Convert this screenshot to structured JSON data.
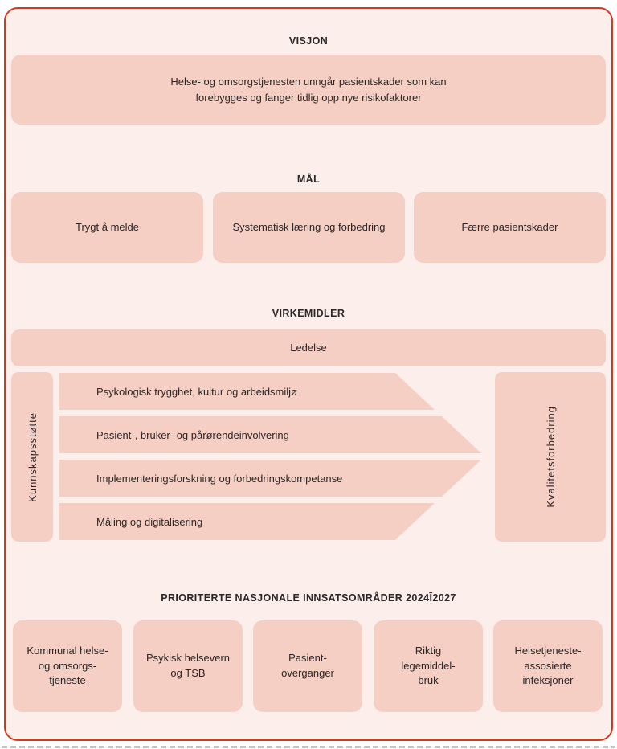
{
  "colors": {
    "accent_border": "#cf3a22",
    "card_background": "#fbeeeb",
    "box_fill": "#f6cfc4",
    "text": "#2b2627"
  },
  "vision": {
    "heading": "VISJON",
    "text": "Helse- og omsorgstjenesten unngår pasientskader som kan\nforebygges og fanger tidlig opp nye risikofaktorer"
  },
  "goals": {
    "heading": "MÅL",
    "items": [
      "Trygt å melde",
      "Systematisk læring og forbedring",
      "Færre pasientskader"
    ]
  },
  "means": {
    "heading": "VIRKEMIDLER",
    "leadership": "Ledelse",
    "left_pillar": "Kunnskapsstøtte",
    "right_pillar": "Kvalitetsforbedring",
    "arrows": [
      "Psykologisk trygghet, kultur og arbeidsmiljø",
      "Pasient-, bruker- og pårørendeinvolvering",
      "Implementeringsforskning og forbedringskompetanse",
      "Måling og digitalisering"
    ]
  },
  "priorities": {
    "heading": "PRIORITERTE NASJONALE INNSATSOMRÅDER 2024Ī2027",
    "items": [
      "Kommunal helse-\nog omsorgs-\ntjeneste",
      "Psykisk helsevern\nog TSB",
      "Pasient-\noverganger",
      "Riktig\nlegemiddel-\nbruk",
      "Helsetjeneste-\nassosierte\ninfeksjoner"
    ]
  }
}
